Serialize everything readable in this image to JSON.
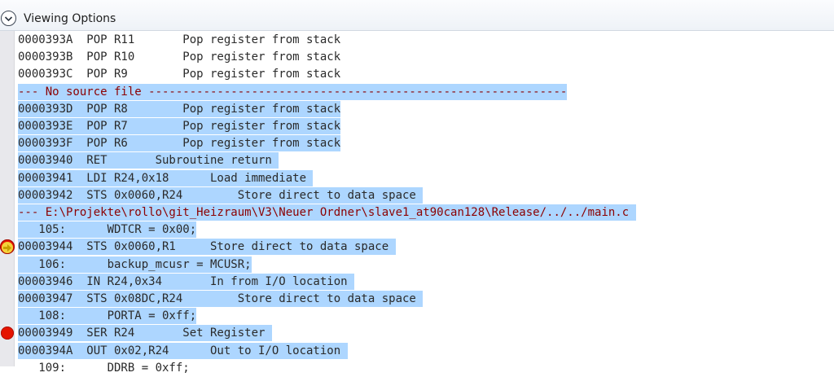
{
  "header": {
    "title": "Viewing Options",
    "expander_icon": "chevron-down-icon"
  },
  "colors": {
    "selection": "#add6ff",
    "source_text": "#8b0000",
    "breakpoint": "#e51400",
    "current_arrow": "#f4d23a"
  },
  "lines": [
    {
      "text": "0000393A  POP R11       Pop register from stack",
      "selected": false,
      "source": false,
      "marker": ""
    },
    {
      "text": "0000393B  POP R10       Pop register from stack",
      "selected": false,
      "source": false,
      "marker": ""
    },
    {
      "text": "0000393C  POP R9        Pop register from stack",
      "selected": false,
      "source": false,
      "marker": ""
    },
    {
      "text": "--- No source file -------------------------------------------------------------",
      "selected": true,
      "source": true,
      "marker": ""
    },
    {
      "text": "0000393D  POP R8        Pop register from stack",
      "selected": true,
      "source": false,
      "marker": ""
    },
    {
      "text": "0000393E  POP R7        Pop register from stack",
      "selected": true,
      "source": false,
      "marker": ""
    },
    {
      "text": "0000393F  POP R6        Pop register from stack",
      "selected": true,
      "source": false,
      "marker": ""
    },
    {
      "text": "00003940  RET       Subroutine return ",
      "selected": true,
      "source": false,
      "marker": ""
    },
    {
      "text": "00003941  LDI R24,0x18      Load immediate ",
      "selected": true,
      "source": false,
      "marker": ""
    },
    {
      "text": "00003942  STS 0x0060,R24        Store direct to data space ",
      "selected": true,
      "source": false,
      "marker": ""
    },
    {
      "text": "--- E:\\Projekte\\rollo\\git_Heizraum\\V3\\Neuer Ordner\\slave1_at90can128\\Release/../../main.c ",
      "selected": true,
      "source": true,
      "marker": ""
    },
    {
      "text": "   105:      WDTCR = 0x00;",
      "selected": true,
      "source": false,
      "marker": ""
    },
    {
      "text": "00003944  STS 0x0060,R1     Store direct to data space ",
      "selected": true,
      "source": false,
      "marker": "current"
    },
    {
      "text": "   106:      backup_mcusr = MCUSR;",
      "selected": true,
      "source": false,
      "marker": ""
    },
    {
      "text": "00003946  IN R24,0x34       In from I/O location ",
      "selected": true,
      "source": false,
      "marker": ""
    },
    {
      "text": "00003947  STS 0x08DC,R24        Store direct to data space ",
      "selected": true,
      "source": false,
      "marker": ""
    },
    {
      "text": "   108:      PORTA = 0xff;",
      "selected": true,
      "source": false,
      "marker": ""
    },
    {
      "text": "00003949  SER R24       Set Register ",
      "selected": true,
      "source": false,
      "marker": "breakpoint"
    },
    {
      "text": "0000394A  OUT 0x02,R24      Out to I/O location ",
      "selected": true,
      "source": false,
      "marker": ""
    },
    {
      "text": "   109:      DDRB = 0xff;",
      "selected": false,
      "source": false,
      "marker": ""
    }
  ]
}
